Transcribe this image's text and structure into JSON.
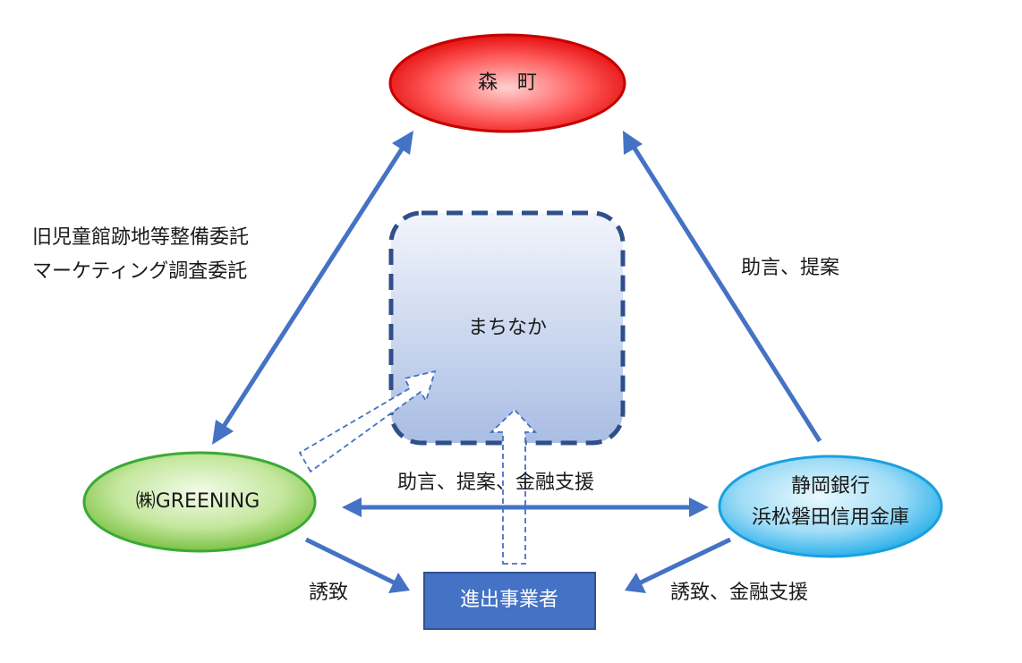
{
  "nodes": {
    "mori_town": {
      "label": "森　町"
    },
    "machinaka": {
      "label": "まちなか"
    },
    "greening": {
      "label": "㈱GREENING"
    },
    "banks": {
      "line1": "静岡銀行",
      "line2": "浜松磐田信用金庫"
    },
    "businesses": {
      "label": "進出事業者"
    }
  },
  "edges": {
    "greening_mori": {
      "line1": "旧児童館跡地等整備委託",
      "line2": "マーケティング調査委託"
    },
    "banks_mori": {
      "label": "助言、提案"
    },
    "banks_greening": {
      "label": "助言、提案、金融支援"
    },
    "greening_businesses": {
      "label": "誘致"
    },
    "banks_businesses": {
      "label": "誘致、金融支援"
    }
  },
  "colors": {
    "arrow": "#4472c4",
    "box_blue": "#4472c4",
    "dashed_border": "#2f4f8a",
    "mori_fill": "#ff2b2b",
    "greening_fill": "#8fd15a",
    "banks_fill": "#3fbff0"
  }
}
